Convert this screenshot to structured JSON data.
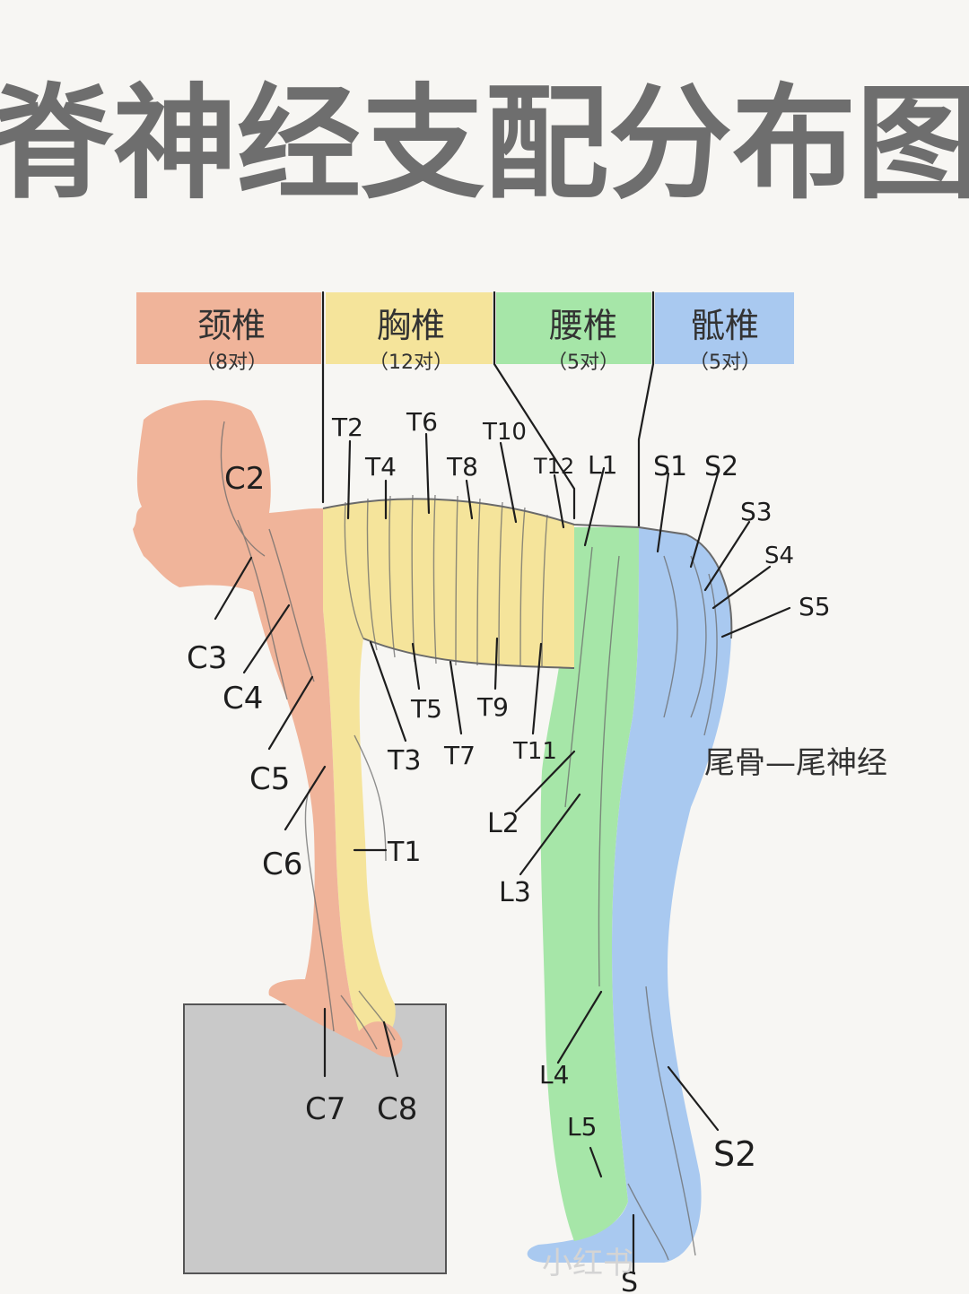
{
  "title": "脊神经支配分布图",
  "header_bands": [
    {
      "name": "颈椎",
      "count": "（8对）",
      "color": "#f0b49a"
    },
    {
      "name": "胸椎",
      "count": "（12对）",
      "color": "#f5e49b"
    },
    {
      "name": "腰椎",
      "count": "（5对）",
      "color": "#a6e6a8"
    },
    {
      "name": "骶椎",
      "count": "（5对）",
      "color": "#a9c9f0"
    }
  ],
  "regions": {
    "cervical_color": "#f0b49a",
    "thoracic_color": "#f5e49b",
    "lumbar_color": "#a6e6a8",
    "sacral_color": "#a9c9f0",
    "box_color": "#c9c9c9"
  },
  "labels": {
    "C2": "C2",
    "C3": "C3",
    "C4": "C4",
    "C5": "C5",
    "C6": "C6",
    "C7": "C7",
    "C8": "C8",
    "T1": "T1",
    "T2": "T2",
    "T3": "T3",
    "T4": "T4",
    "T5": "T5",
    "T6": "T6",
    "T7": "T7",
    "T8": "T8",
    "T9": "T9",
    "T10": "T10",
    "T11": "T11",
    "T12": "T12",
    "L1": "L1",
    "L2": "L2",
    "L3": "L3",
    "L4": "L4",
    "L5": "L5",
    "S1": "S1",
    "S2": "S2",
    "S3": "S3",
    "S4": "S4",
    "S5": "S5",
    "S2b": "S2",
    "Sfoot": "S"
  },
  "note": "尾骨—尾神经",
  "watermark": "小红书"
}
